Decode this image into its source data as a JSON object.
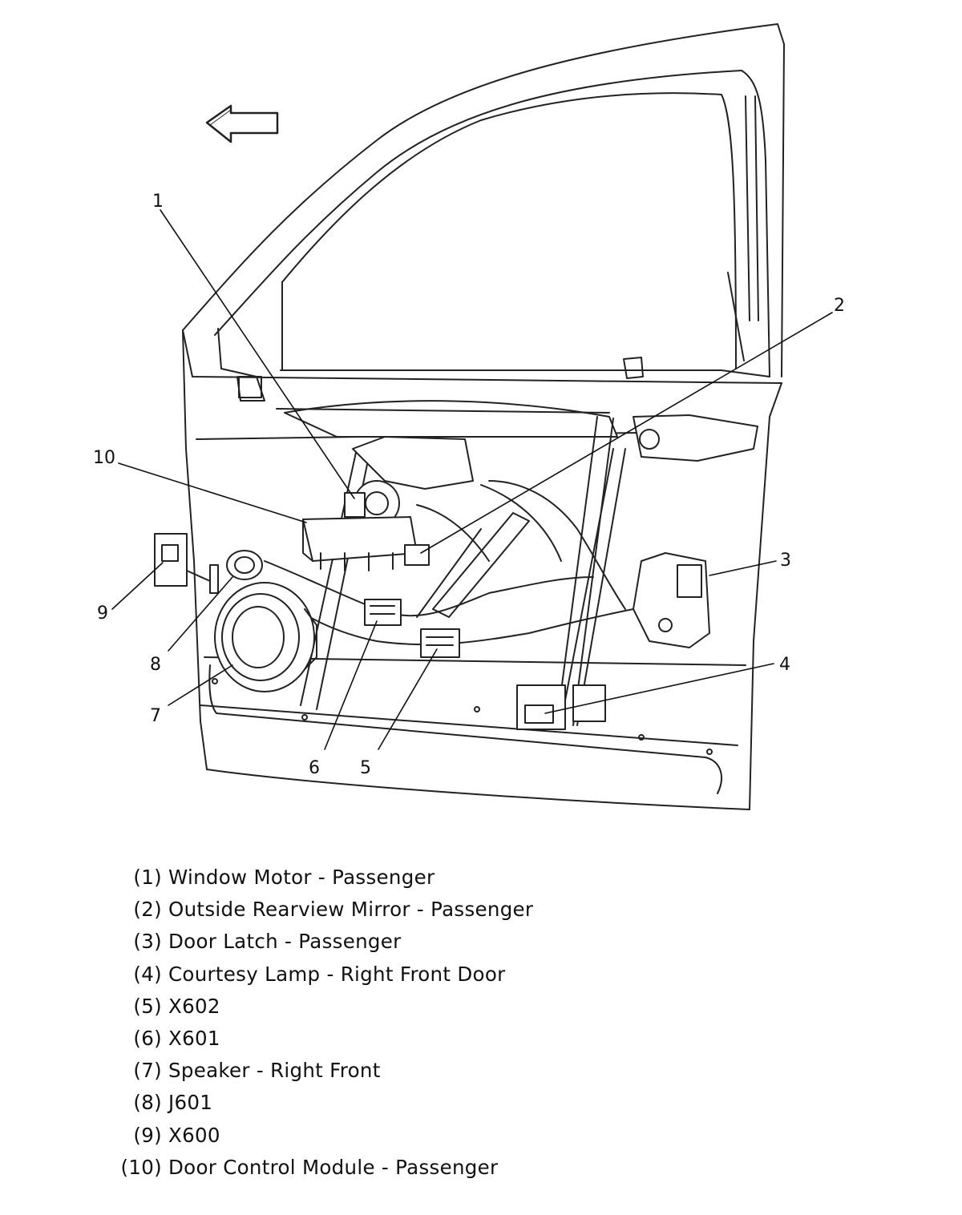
{
  "callouts": [
    {
      "number": "1"
    },
    {
      "number": "2"
    },
    {
      "number": "3"
    },
    {
      "number": "4"
    },
    {
      "number": "5"
    },
    {
      "number": "6"
    },
    {
      "number": "7"
    },
    {
      "number": "8"
    },
    {
      "number": "9"
    },
    {
      "number": "10"
    }
  ],
  "legend": [
    {
      "num": "(1)",
      "label": "Window Motor - Passenger"
    },
    {
      "num": "(2)",
      "label": "Outside Rearview Mirror - Passenger"
    },
    {
      "num": "(3)",
      "label": "Door Latch - Passenger"
    },
    {
      "num": "(4)",
      "label": "Courtesy Lamp - Right Front Door"
    },
    {
      "num": "(5)",
      "label": "X602"
    },
    {
      "num": "(6)",
      "label": "X601"
    },
    {
      "num": "(7)",
      "label": "Speaker - Right Front"
    },
    {
      "num": "(8)",
      "label": "J601"
    },
    {
      "num": "(9)",
      "label": "X600"
    },
    {
      "num": "(10)",
      "label": "Door Control Module - Passenger"
    }
  ],
  "icons": {
    "direction_arrow": "left-arrow-icon"
  }
}
